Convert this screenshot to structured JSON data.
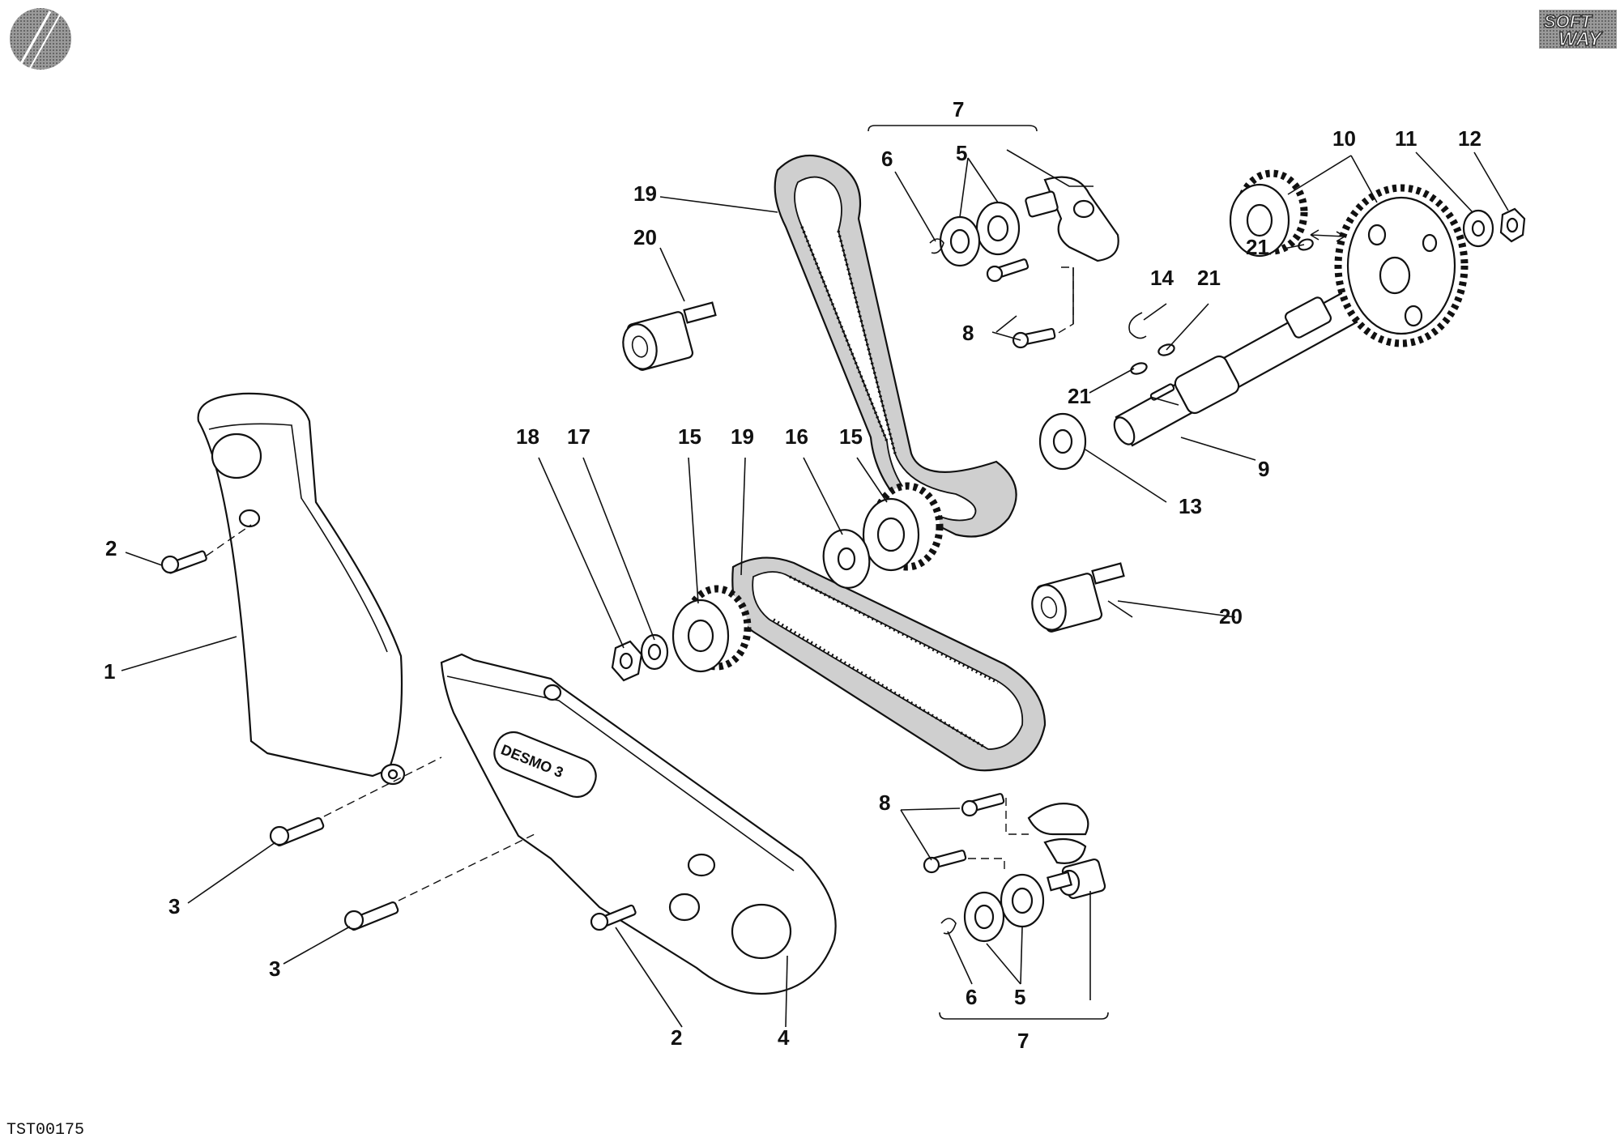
{
  "drawing_code": "TST00175",
  "brand_logo": {
    "line1": "SOFT",
    "line2": "WAY"
  },
  "cover_badge": "DESMO 3",
  "colors": {
    "line": "#111111",
    "belt_fill": "#cfcfcf",
    "background": "#ffffff"
  },
  "callouts": [
    {
      "id": "c1",
      "text": "1"
    },
    {
      "id": "c2a",
      "text": "2"
    },
    {
      "id": "c2b",
      "text": "2"
    },
    {
      "id": "c3a",
      "text": "3"
    },
    {
      "id": "c3b",
      "text": "3"
    },
    {
      "id": "c4",
      "text": "4"
    },
    {
      "id": "c5a",
      "text": "5"
    },
    {
      "id": "c5b",
      "text": "5"
    },
    {
      "id": "c6a",
      "text": "6"
    },
    {
      "id": "c6b",
      "text": "6"
    },
    {
      "id": "c7a",
      "text": "7"
    },
    {
      "id": "c7b",
      "text": "7"
    },
    {
      "id": "c8a",
      "text": "8"
    },
    {
      "id": "c8b",
      "text": "8"
    },
    {
      "id": "c9",
      "text": "9"
    },
    {
      "id": "c10",
      "text": "10"
    },
    {
      "id": "c11",
      "text": "11"
    },
    {
      "id": "c12",
      "text": "12"
    },
    {
      "id": "c13",
      "text": "13"
    },
    {
      "id": "c14",
      "text": "14"
    },
    {
      "id": "c15a",
      "text": "15"
    },
    {
      "id": "c15b",
      "text": "15"
    },
    {
      "id": "c16",
      "text": "16"
    },
    {
      "id": "c17",
      "text": "17"
    },
    {
      "id": "c18",
      "text": "18"
    },
    {
      "id": "c19a",
      "text": "19"
    },
    {
      "id": "c19b",
      "text": "19"
    },
    {
      "id": "c20a",
      "text": "20"
    },
    {
      "id": "c20b",
      "text": "20"
    },
    {
      "id": "c21a",
      "text": "21"
    },
    {
      "id": "c21b",
      "text": "21"
    },
    {
      "id": "c21c",
      "text": "21"
    }
  ]
}
